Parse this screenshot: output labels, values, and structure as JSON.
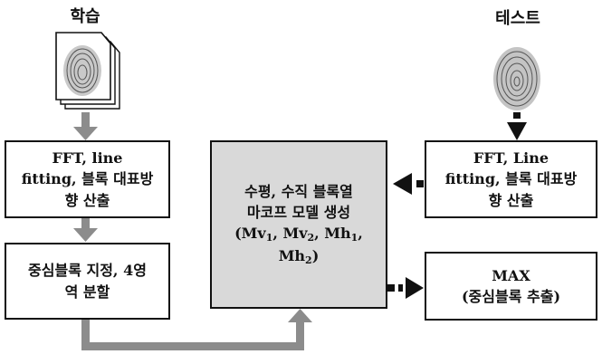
{
  "labels": {
    "train": "학습",
    "test": "테스트"
  },
  "boxes": {
    "train_fft": {
      "lines": [
        "FFT, line",
        "fitting, 블록 대표방",
        "향 산출"
      ]
    },
    "center_block": {
      "lines": [
        "중심블록 지정, 4영",
        "역 분할"
      ]
    },
    "markov_model": {
      "lines": [
        "수평, 수직 블록열",
        "마코프 모델 생성"
      ],
      "formula_parts": {
        "open": "(Mv",
        "s1": "1",
        "comma1": ", Mv",
        "s2": "2",
        "comma2": ", Mh",
        "s3": "1",
        "comma3": ",",
        "mh2": "Mh",
        "s4": "2",
        "close": ")"
      }
    },
    "test_fft": {
      "lines": [
        "FFT, Line",
        "fitting, 블록 대표방",
        "향 산출"
      ]
    },
    "max": {
      "lines": [
        "MAX",
        "(중심블록 추출)"
      ]
    }
  },
  "colors": {
    "gray_arrow": "#8c8c8c",
    "black_arrow": "#111111",
    "model_fill": "#d9d9d9"
  }
}
